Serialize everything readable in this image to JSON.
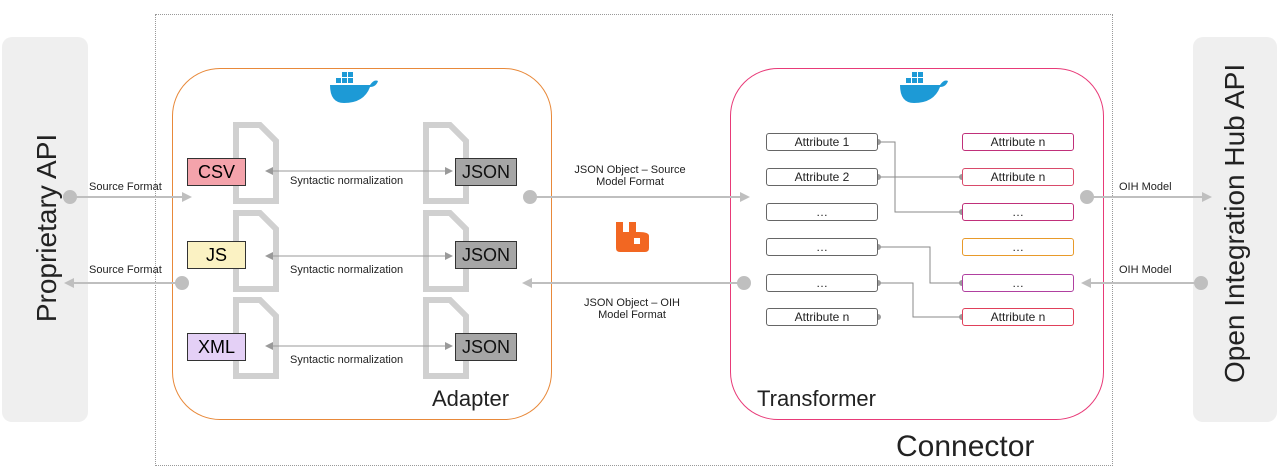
{
  "left_panel": {
    "label": "Proprietary API"
  },
  "right_panel": {
    "label": "Open Integration Hub API"
  },
  "connector": {
    "label": "Connector"
  },
  "adapter": {
    "label": "Adapter",
    "rows": [
      {
        "format": "CSV",
        "format_color": "#f4a3ab",
        "normalization": "Syntactic normalization",
        "output": "JSON"
      },
      {
        "format": "JS",
        "format_color": "#fbf2c3",
        "normalization": "Syntactic normalization",
        "output": "JSON"
      },
      {
        "format": "XML",
        "format_color": "#e4d0f6",
        "normalization": "Syntactic normalization",
        "output": "JSON"
      }
    ]
  },
  "transformer": {
    "label": "Transformer",
    "source_attrs": [
      "Attribute 1",
      "Attribute 2",
      "…",
      "…",
      "…",
      "Attribute n"
    ],
    "target_attrs": [
      "Attribute n",
      "Attribute n",
      "…",
      "…",
      "…",
      "Attribute n"
    ]
  },
  "flows": {
    "source_format_in": "Source Format",
    "source_format_out": "Source Format",
    "json_source_line1": "JSON Object – Source",
    "json_source_line2": "Model Format",
    "json_oih_line1": "JSON Object – OIH",
    "json_oih_line2": "Model Format",
    "oih_model_out": "OIH Model",
    "oih_model_in": "OIH Model"
  },
  "colors": {
    "arrow": "#bfbfbf",
    "adapter_border": "#e8893a",
    "transformer_border": "#e83a78",
    "docker": "#1d9ad6",
    "rabbitmq": "#f26722"
  }
}
